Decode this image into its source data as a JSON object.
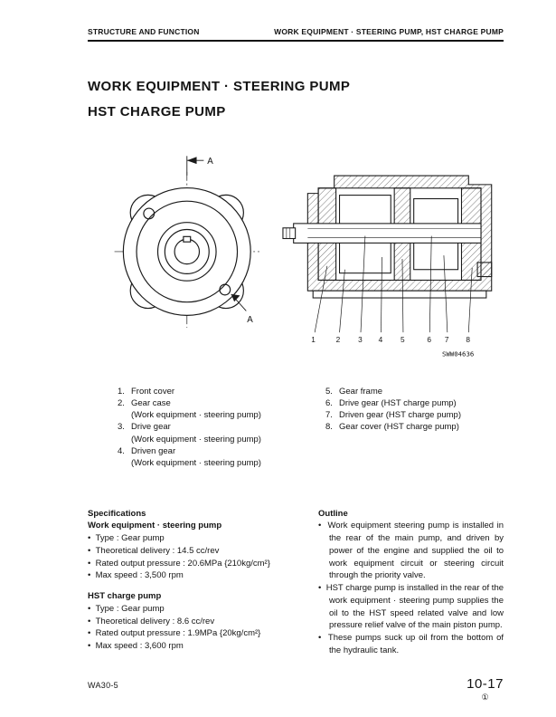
{
  "header": {
    "left": "STRUCTURE AND FUNCTION",
    "right": "WORK EQUIPMENT · STEERING PUMP, HST CHARGE PUMP"
  },
  "title": {
    "line1": "WORK EQUIPMENT · STEERING PUMP",
    "line2": "HST CHARGE PUMP"
  },
  "figure": {
    "section_label": "A",
    "callouts": [
      "1",
      "2",
      "3",
      "4",
      "5",
      "6",
      "7",
      "8"
    ],
    "drawing_number": "SWW04636"
  },
  "parts": {
    "left": [
      {
        "num": "1.",
        "name": "Front cover",
        "sub": ""
      },
      {
        "num": "2.",
        "name": "Gear case",
        "sub": "(Work equipment · steering pump)"
      },
      {
        "num": "3.",
        "name": "Drive gear",
        "sub": "(Work equipment · steering pump)"
      },
      {
        "num": "4.",
        "name": "Driven gear",
        "sub": "(Work equipment · steering pump)"
      }
    ],
    "right": [
      {
        "num": "5.",
        "name": "Gear frame"
      },
      {
        "num": "6.",
        "name": "Drive gear (HST charge pump)"
      },
      {
        "num": "7.",
        "name": "Driven gear (HST charge pump)"
      },
      {
        "num": "8.",
        "name": "Gear cover (HST charge pump)"
      }
    ]
  },
  "specifications": {
    "heading": "Specifications",
    "sections": [
      {
        "title": "Work equipment · steering pump",
        "items": [
          "Type : Gear pump",
          "Theoretical delivery : 14.5 cc/rev",
          "Rated output pressure : 20.6MPa {210kg/cm²}",
          "Max speed : 3,500 rpm"
        ]
      },
      {
        "title": "HST charge pump",
        "items": [
          "Type : Gear pump",
          "Theoretical delivery : 8.6 cc/rev",
          "Rated output pressure : 1.9MPa {20kg/cm²}",
          "Max speed : 3,600 rpm"
        ]
      }
    ]
  },
  "outline": {
    "heading": "Outline",
    "items": [
      "Work equipment steering pump is installed in the rear of the main pump, and driven by power of the engine and supplied the oil to work equipment circuit or steering circuit through the priority valve.",
      "HST charge pump is installed in the rear of the work equipment · steering pump supplies the oil to the HST speed related valve and low pressure relief valve of the main piston pump.",
      "These pumps suck up oil from the bottom of the hydraulic tank."
    ]
  },
  "footer": {
    "model": "WA30-5",
    "page": "10-17",
    "page_mark": "①"
  }
}
